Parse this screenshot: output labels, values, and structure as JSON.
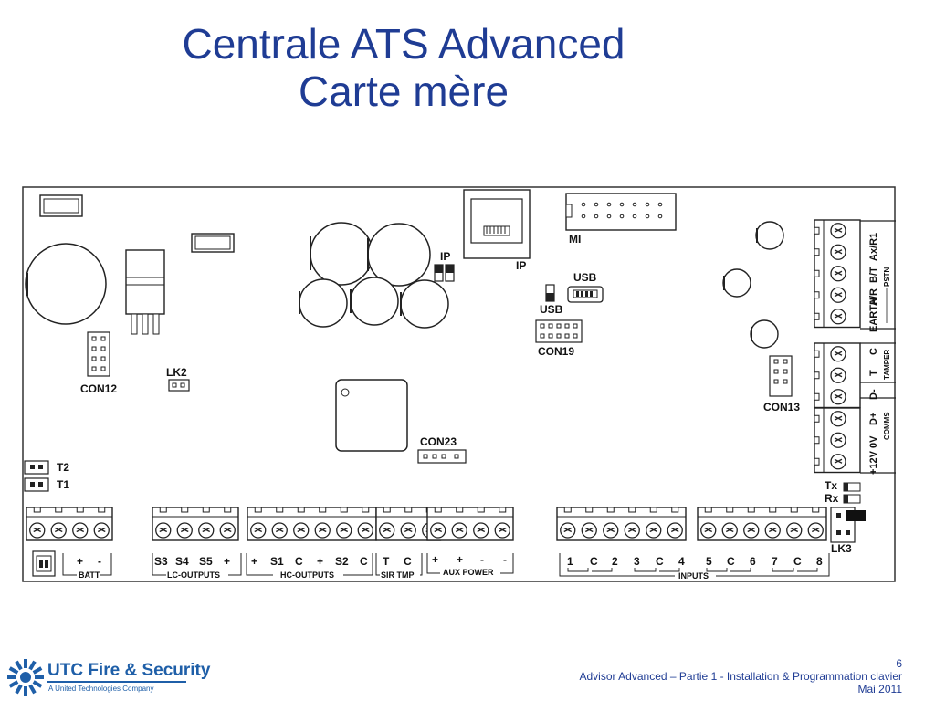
{
  "title_line1": "Centrale ATS Advanced",
  "title_line2": "Carte mère",
  "labels": {
    "ip_rj45": "IP",
    "ip_jumper": "IP",
    "mi": "MI",
    "usb_port": "USB",
    "usb_jumper": "USB",
    "con19": "CON19",
    "con12": "CON12",
    "lk2": "LK2",
    "con13": "CON13",
    "con23": "CON23",
    "t2": "T2",
    "t1": "T1",
    "tx": "Tx",
    "rx": "Rx",
    "lk3": "LK3"
  },
  "right_terminals": {
    "pstn_labels": [
      "Ax/R1",
      "B/T",
      "A/R",
      "EARTH"
    ],
    "pstn_group": "PSTN",
    "tamper_labels": [
      "C",
      "T"
    ],
    "tamper_group": "TAMPER",
    "comms_labels": [
      "D-",
      "D+",
      "0V",
      "+12V"
    ],
    "comms_group": "COMMS"
  },
  "bottom_groups": [
    {
      "name": "BATT",
      "labels": [
        "+",
        "-"
      ]
    },
    {
      "name": "LC-OUTPUTS",
      "labels": [
        "S3",
        "S4",
        "S5",
        "+"
      ]
    },
    {
      "name": "HC-OUTPUTS",
      "labels": [
        "+",
        "S1",
        "C",
        "+",
        "S2",
        "C"
      ]
    },
    {
      "name": "SIR TMP",
      "labels": [
        "T",
        "C"
      ]
    },
    {
      "name": "AUX POWER",
      "labels": [
        "+",
        "+",
        "-",
        "-"
      ]
    },
    {
      "name": "INPUTS",
      "labels": [
        "1",
        "C",
        "2",
        "3",
        "C",
        "4",
        "5",
        "C",
        "6",
        "7",
        "C",
        "8"
      ]
    }
  ],
  "footer": {
    "logo_name": "UTC Fire & Security",
    "logo_sub": "A United Technologies Company",
    "page_number": "6",
    "doc_title": "Advisor Advanced – Partie 1 - Installation & Programmation clavier",
    "date": "Mai 2011"
  },
  "colors": {
    "title": "#1f3c94",
    "logo": "#1f5fa8"
  }
}
